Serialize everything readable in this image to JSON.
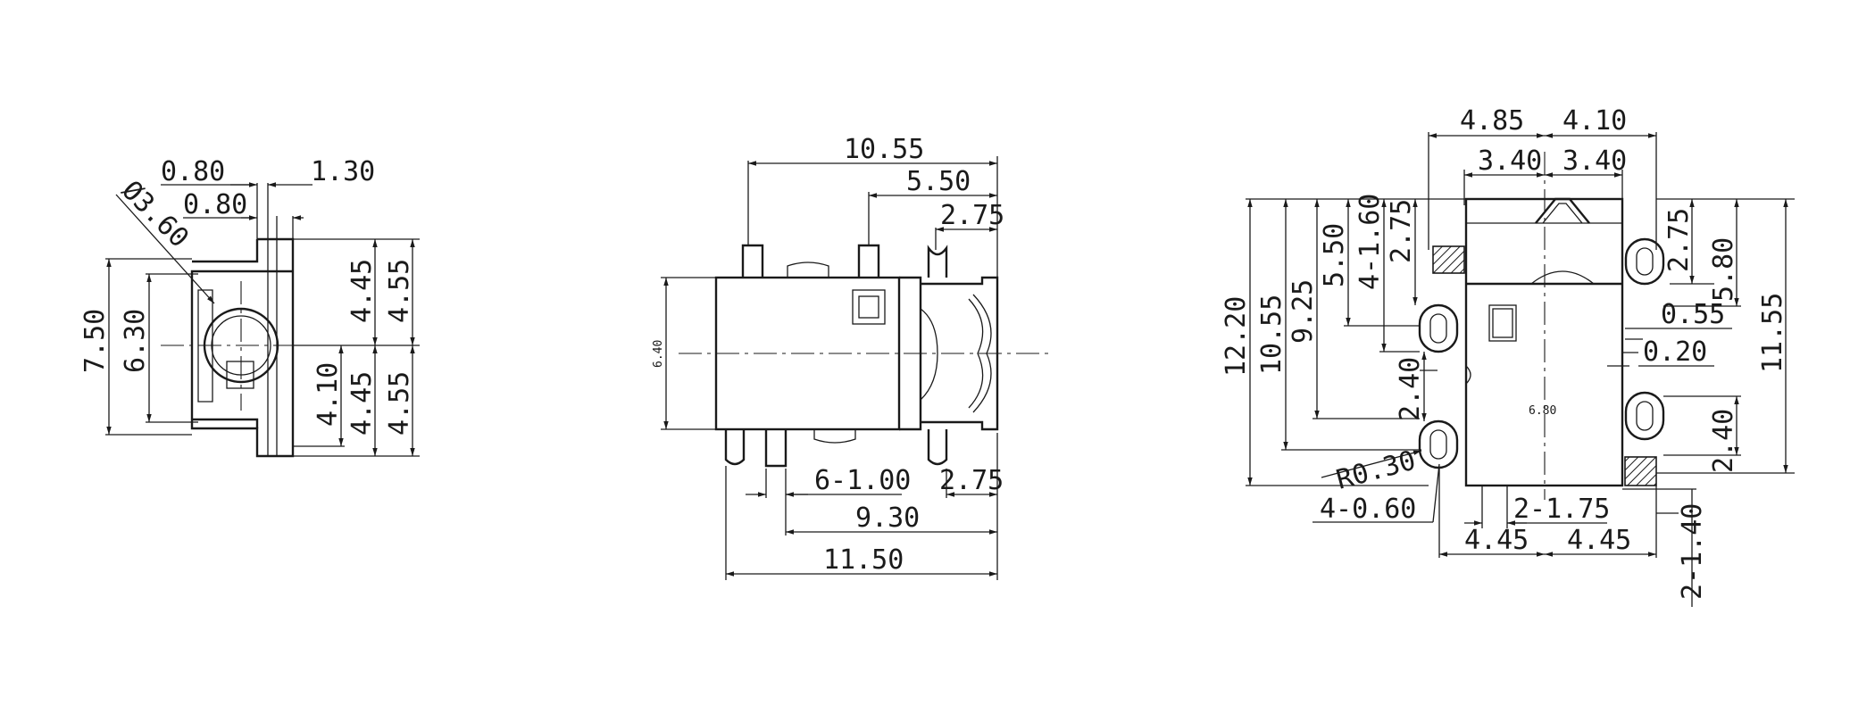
{
  "colors": {
    "line": "#1a1a1a",
    "background": "#ffffff"
  },
  "front_view": {
    "dims": [
      "0.80",
      "0.80",
      "1.30",
      "Ø3.60",
      "7.50",
      "6.30",
      "4.45",
      "4.55",
      "4.10",
      "4.45",
      "4.55"
    ]
  },
  "side_view": {
    "dims": [
      "10.55",
      "5.50",
      "2.75",
      "6.40",
      "6-1.00",
      "2.75",
      "9.30",
      "11.50"
    ]
  },
  "footprint_view": {
    "dims": [
      "4.85",
      "4.10",
      "3.40",
      "3.40",
      "12.20",
      "10.55",
      "9.25",
      "5.50",
      "4-1.60",
      "2.75",
      "2.75",
      "5.80",
      "11.55",
      "0.55",
      "0.20",
      "2.40",
      "6.80",
      "2.40",
      "R0.30",
      "4-0.60",
      "2-1.75",
      "4.45",
      "4.45",
      "2-1.40"
    ]
  }
}
